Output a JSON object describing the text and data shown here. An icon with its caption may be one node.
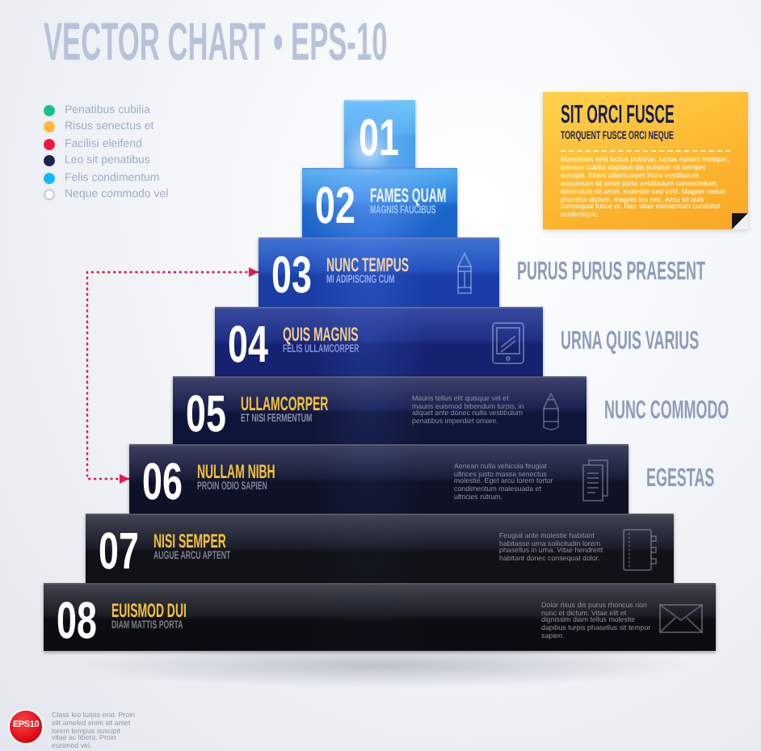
{
  "diagram": {
    "title": "VECTOR CHART • EPS-10",
    "nodes": [
      {
        "text": [
          "01"
        ]
      },
      {
        "text": [
          "02",
          "FAMES QUAM",
          "MAGNIS FAUCIBUS"
        ]
      },
      {
        "text": [
          "03",
          "NUNC TEMPUS",
          "MI ADIPISCING CUM"
        ],
        "beside": [
          "PURUS PURUS PRAESENT"
        ]
      },
      {
        "text": [
          "04",
          "QUIS MAGNIS",
          "FELIS ULLAMCORPER"
        ],
        "beside": [
          "URNA QUIS VARIUS"
        ]
      },
      {
        "text": [
          "05",
          "ULLAMCORPER",
          "ET NISI FERMENTUM",
          "Mauris tellus elit quisque vel et mauris euismod bibendum turpis, in aliquet ante donec nulla vestibulum penatibus imperdiet ornare."
        ],
        "beside": [
          "NUNC COMMODO"
        ]
      },
      {
        "text": [
          "06",
          "NULLAM NIBH",
          "PROIN ODIO SAPIEN",
          "Aenean nulla vehicula feugiat ultrices justo massa senectus molestie. Eget arcu lorem tortor condimentum malesuada et ultricies rutrum."
        ],
        "beside": [
          "EGESTAS"
        ]
      },
      {
        "text": [
          "07",
          "NISI SEMPER",
          "AUGUE ARCU APTENT",
          "Feugiat ante molestie habitant habitasse urna sollicitudin lorem phasellus in urna. Vitae hendrerit habitant donec consequat dolor."
        ]
      },
      {
        "text": [
          "08",
          "EUISMOD DUI",
          "DIAM MATTIS PORTA",
          "Dolor risus dis purus rhoncus non nunc et dictum. Vitae elit et dignissim diam tellus molestie dapibus turpis phasellus sit tempor sapien."
        ]
      },
      {
        "text": [
          "SIT ORCI FUSCE",
          "TORQUENT FUSCE ORCI NEQUE",
          "Maecenas velit lectus pulvinar, luctus nullam tristique, aenean cubilia dapibus dis pulvinar sit semper suscipit. Etiam ullamcorper litora vestibulum accumsan sit amet porta vestibulum consectetuer. Bibendum sit amet, molestie sed velit. Magnis varius pharetra dictum, magnis leo nec. Arcu sit quis consequat fusce et. Nec vitae elementum curabitur scelerisque."
        ]
      },
      {
        "text": [
          "EPS10"
        ],
        "beside": [
          "Class leo turpis erat. Proin elit ameled enim sit amet lorem tempus suscipit vitae ac libero. Proin euismod vel."
        ]
      }
    ],
    "edges": [
      {
        "from": 2,
        "to": 5,
        "arrow": "both",
        "style": "dashed",
        "color": "#e8174a"
      }
    ],
    "legend": [
      {
        "text": "Penatibus cubilia",
        "color": "#19c08b"
      },
      {
        "text": "Risus senectus et",
        "color": "#ffb73e"
      },
      {
        "text": "Facilisi eleifend",
        "color": "#f3153f"
      },
      {
        "text": "Leo sit penatibus",
        "color": "#1c2452"
      },
      {
        "text": "Felis condimentum",
        "color": "#12b8f5"
      },
      {
        "text": "Neque commodo vel",
        "color": "#ffffff"
      }
    ]
  }
}
